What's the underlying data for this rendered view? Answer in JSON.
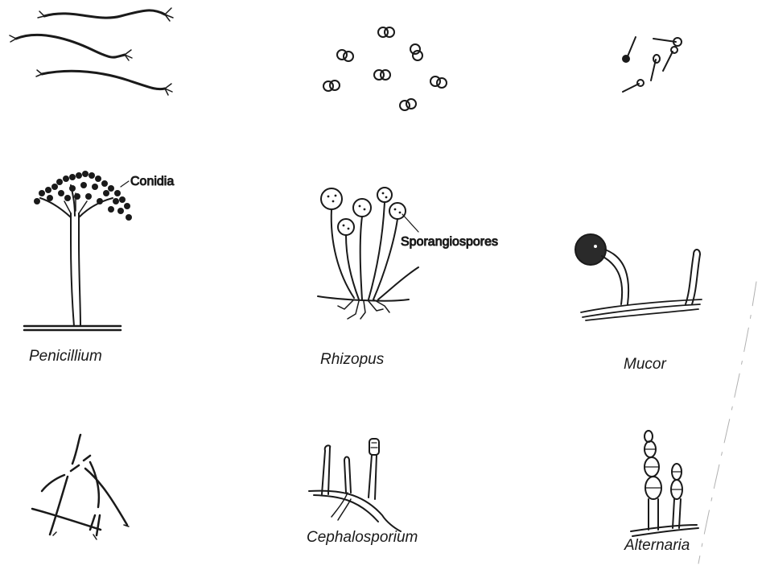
{
  "labels": {
    "conidia": "Conidia",
    "sporangiospores": "Sporangiospores"
  },
  "captions": {
    "penicillium": "Penicillium",
    "rhizopus": "Rhizopus",
    "mucor": "Mucor",
    "cephalosporium": "Cephalosporium",
    "alternaria": "Alternaria"
  },
  "colors": {
    "ink": "#1a1a1a",
    "background": "#ffffff"
  }
}
